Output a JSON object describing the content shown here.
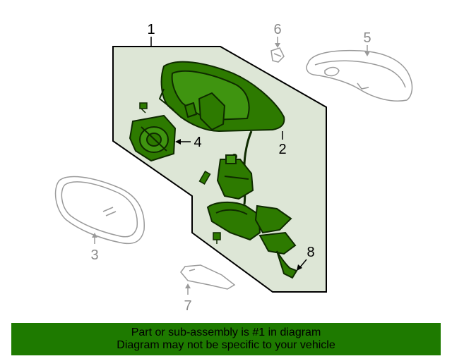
{
  "callouts": {
    "c1": "1",
    "c2": "2",
    "c3": "3",
    "c4": "4",
    "c5": "5",
    "c6": "6",
    "c7": "7",
    "c8": "8"
  },
  "banner": {
    "line1": "Part or sub-assembly is #1 in diagram",
    "line2": "Diagram may not be specific to your vehicle"
  },
  "colors": {
    "assembly_fill": "#dde6d6",
    "part_green": "#2d7a00",
    "banner_green": "#1e7a00",
    "outline_gray": "#9a9a9a"
  }
}
